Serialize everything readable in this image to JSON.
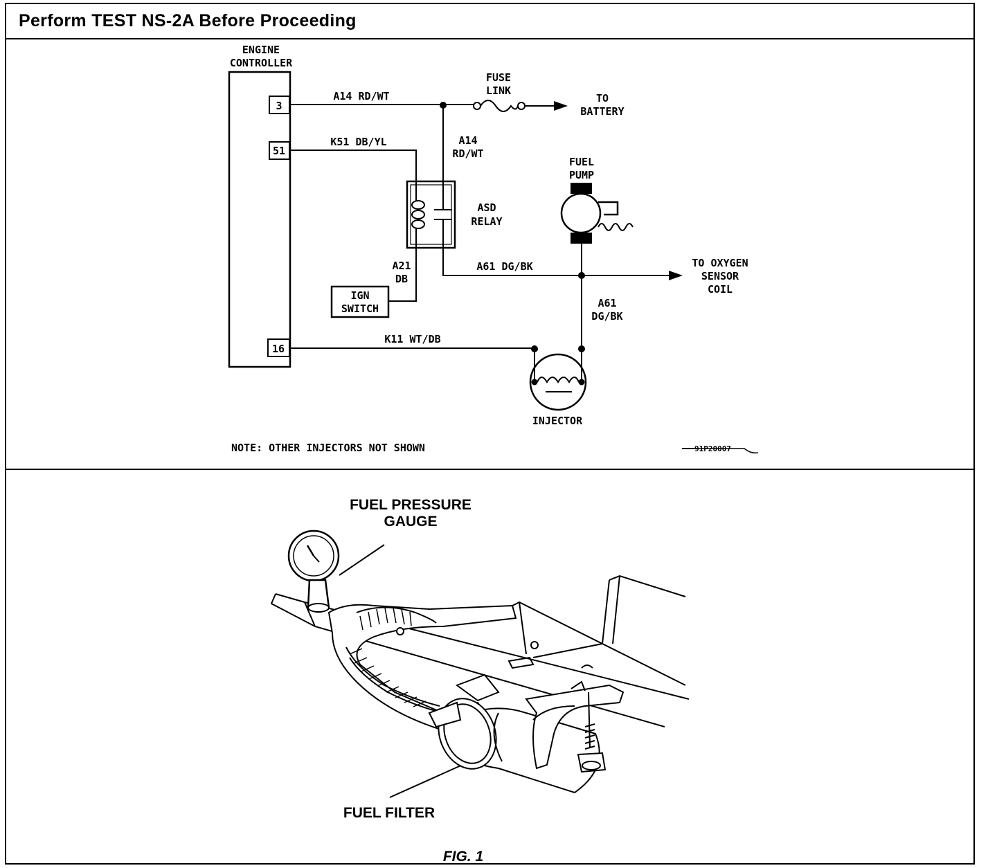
{
  "header": {
    "title": "Perform TEST NS-2A Before Proceeding"
  },
  "wiring_diagram": {
    "engine_controller": {
      "line1": "ENGINE",
      "line2": "CONTROLLER"
    },
    "pins": {
      "pin_3": "3",
      "pin_51": "51",
      "pin_16": "16"
    },
    "wires": {
      "a14_top": "A14 RD/WT",
      "a14_vertical_1": "A14",
      "a14_vertical_2": "RD/WT",
      "k51": "K51 DB/YL",
      "a21_1": "A21",
      "a21_2": "DB",
      "a61_horizontal": "A61 DG/BK",
      "a61_vertical_1": "A61",
      "a61_vertical_2": "DG/BK",
      "k11": "K11 WT/DB"
    },
    "fuse_link": {
      "line1": "FUSE",
      "line2": "LINK"
    },
    "to_battery": {
      "line1": "TO",
      "line2": "BATTERY"
    },
    "fuel_pump": {
      "line1": "FUEL",
      "line2": "PUMP"
    },
    "asd_relay": {
      "line1": "ASD",
      "line2": "RELAY"
    },
    "ign_switch": {
      "line1": "IGN",
      "line2": "SWITCH"
    },
    "to_oxygen": {
      "line1": "TO OXYGEN",
      "line2": "SENSOR",
      "line3": "COIL"
    },
    "injector": {
      "label": "INJECTOR"
    },
    "note": "NOTE: OTHER INJECTORS NOT SHOWN",
    "figure_id": "91P20007"
  },
  "illustration": {
    "gauge_label_1": "FUEL PRESSURE",
    "gauge_label_2": "GAUGE",
    "filter_label": "FUEL FILTER",
    "caption": "FIG. 1"
  }
}
